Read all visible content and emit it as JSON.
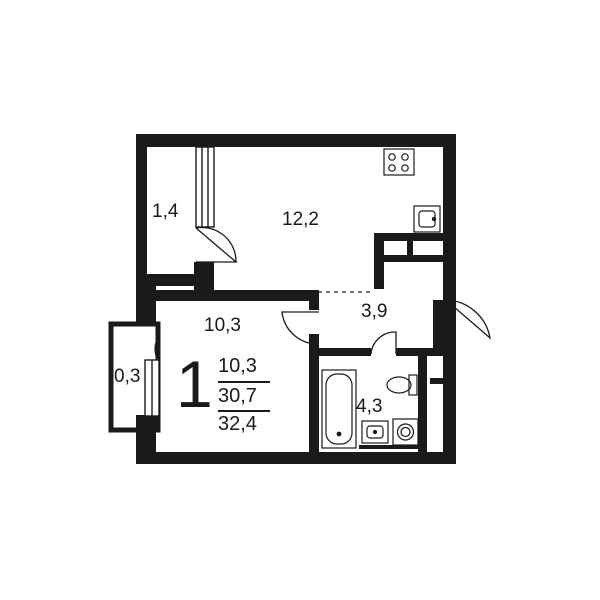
{
  "plan": {
    "rooms_count": "1",
    "areas": {
      "balcony": "1,4",
      "kitchen_living": "12,2",
      "bedroom": "10,3",
      "hall": "3,9",
      "bathroom": "4,3",
      "loggia": "0,3"
    },
    "summary": {
      "living": "10,3",
      "total_without_balcony": "30,7",
      "total": "32,4"
    },
    "colors": {
      "wall": "#1a1a1a",
      "background": "#ffffff"
    }
  }
}
